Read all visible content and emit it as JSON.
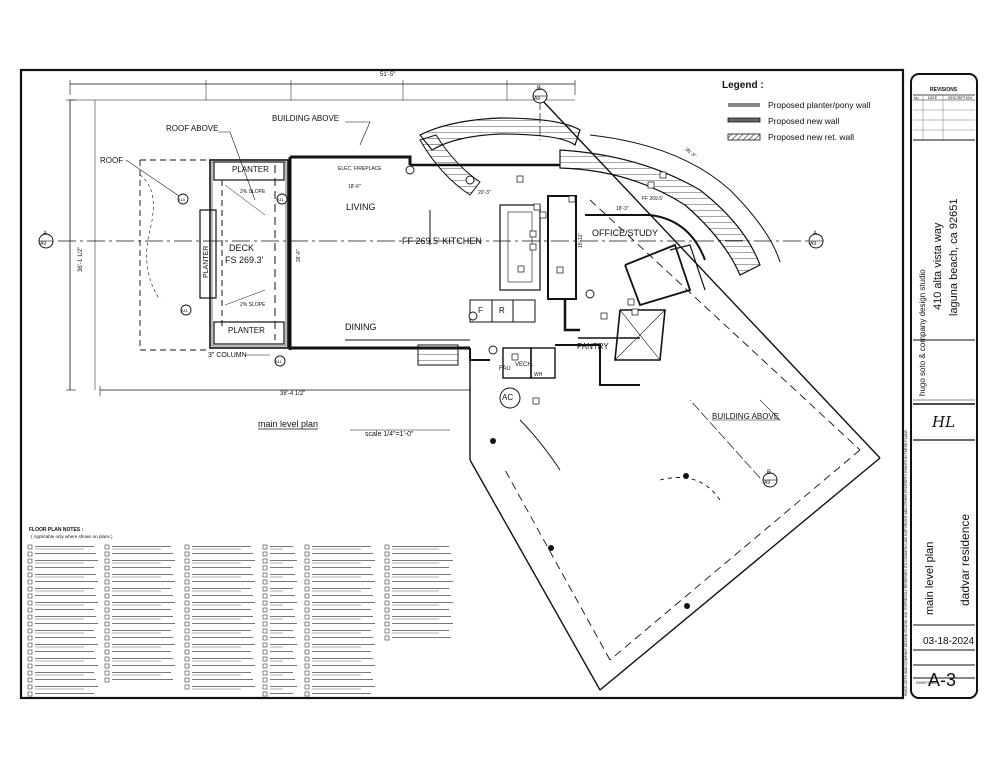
{
  "drawing": {
    "title": "main level plan",
    "scale": "scale 1/4\"=1'-0\"",
    "rooms": {
      "living": "LIVING",
      "kitchen": "FF 269.5'  KITCHEN",
      "dining": "DINING",
      "office": "OFFICE/STUDY",
      "deck": "DECK",
      "deck_fs": "FS 269.3'",
      "pantry": "PANTRY",
      "vech": "VECH.",
      "fau": "FAU",
      "ac": "AC",
      "ff_small": "FF 269.5'"
    },
    "labels": {
      "roof_above": "ROOF ABOVE",
      "building_above_top": "BUILDING ABOVE",
      "building_above_right": "BUILDING ABOVE",
      "roof": "ROOF",
      "planter_top": "PLANTER",
      "planter_side": "PLANTER",
      "planter_bottom": "PLANTER",
      "slope_top": "2% SLOPE",
      "slope_bottom": "2% SLOPE",
      "column": "3\" COLUMN",
      "fireplace": "ELEC. FIREPLACE",
      "fridge": "F",
      "range": "R",
      "wh": "WH"
    },
    "dimensions": {
      "top": "51'-5\"",
      "left": "36'-1 1/2\"",
      "bottom": "38'-4 1/2\"",
      "d1": "18'-6\"",
      "d2": "20'-3\"",
      "d3": "26'-6\"",
      "d4": "15'-11\"",
      "d5": "18'-3\"",
      "d6": "36'-3\""
    },
    "markers": {
      "section_a": "A",
      "section_b": "B",
      "sheet_ref": "A9",
      "detail_ref": "A11",
      "detail_ref2": "A10"
    }
  },
  "legend": {
    "title": "Legend :",
    "items": [
      "Proposed planter/pony wall",
      "Proposed new wall",
      "Proposed new ret. wall"
    ]
  },
  "notes": {
    "title": "FLOOR PLAN NOTES :",
    "subtitle": "( Applicable only where shown on plans )"
  },
  "title_block": {
    "revisions": "REVISIONS",
    "rev_cols": [
      "No.",
      "DATE",
      "DESCRIPTION"
    ],
    "address1": "410 alta vista way",
    "address2": "laguna beach, ca 92651",
    "firm": "hugo soto & company design studio",
    "initials": "HL",
    "sheet_title": "main level plan",
    "project": "dadvar residence",
    "date": "03-18-2024",
    "sheet_no_label": "SHEET NO.:",
    "sheet_no": "A-3",
    "copyright": "HUGO SOTO AND COMPANY DESIGN STUDIO, INC. EXPRESSLY RESERVES ITS COMMON LAW COPYRIGHT AND OTHER PROPERTY RIGHTS IN THESE PLANS."
  }
}
